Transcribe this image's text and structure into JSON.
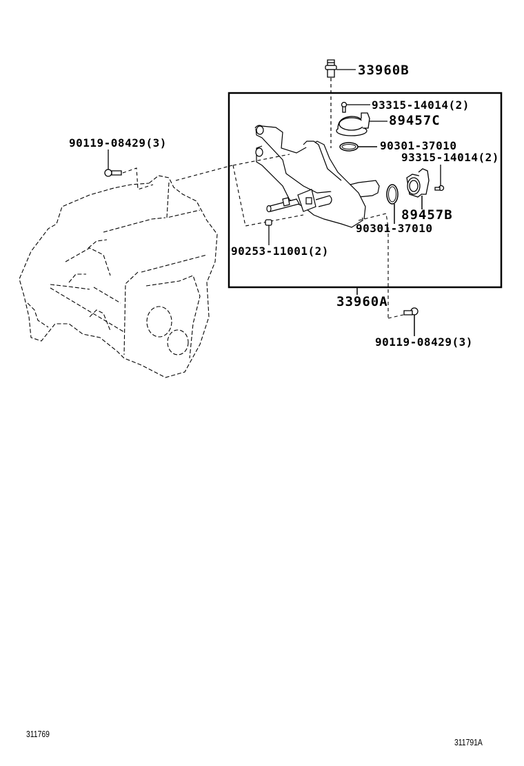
{
  "diagram": {
    "type": "exploded-parts-diagram",
    "assembly_box": {
      "label": "33960A"
    },
    "callouts": [
      {
        "id": "c1",
        "part_number": "33960B",
        "qty": "",
        "text": "33960B",
        "size": "lg"
      },
      {
        "id": "c2",
        "part_number": "93315-14014",
        "qty": "(2)",
        "text": "93315-14014(2)",
        "size": "sm"
      },
      {
        "id": "c3",
        "part_number": "89457C",
        "qty": "",
        "text": "89457C",
        "size": "lg"
      },
      {
        "id": "c4",
        "part_number": "90301-37010",
        "qty": "",
        "text": "90301-37010",
        "size": "sm"
      },
      {
        "id": "c5",
        "part_number": "93315-14014",
        "qty": "(2)",
        "text": "93315-14014(2)",
        "size": "sm"
      },
      {
        "id": "c6",
        "part_number": "89457B",
        "qty": "",
        "text": "89457B",
        "size": "lg"
      },
      {
        "id": "c7",
        "part_number": "90301-37010",
        "qty": "",
        "text": "90301-37010",
        "size": "sm"
      },
      {
        "id": "c8",
        "part_number": "90253-11001",
        "qty": "(2)",
        "text": "90253-11001(2)",
        "size": "sm"
      },
      {
        "id": "c9",
        "part_number": "33960A",
        "qty": "",
        "text": "33960A",
        "size": "lg"
      },
      {
        "id": "c10",
        "part_number": "90119-08429",
        "qty": "(3)",
        "text": "90119-08429(3)",
        "size": "sm"
      },
      {
        "id": "c11",
        "part_number": "90119-08429",
        "qty": "(3)",
        "text": "90119-08429(3)",
        "size": "sm"
      }
    ],
    "parts": [
      "transmission-case",
      "shift-control-housing",
      "bolt-33960B",
      "screw-93315-14014-upper",
      "sensor-89457C",
      "o-ring-90301-37010-upper",
      "screw-93315-14014-right",
      "sensor-89457B",
      "o-ring-90301-37010-lower",
      "pin-90253-11001",
      "bolt-90119-08429-left",
      "bolt-90119-08429-lower"
    ],
    "footer": {
      "left_ref": "311769",
      "right_ref": "311791A"
    }
  }
}
